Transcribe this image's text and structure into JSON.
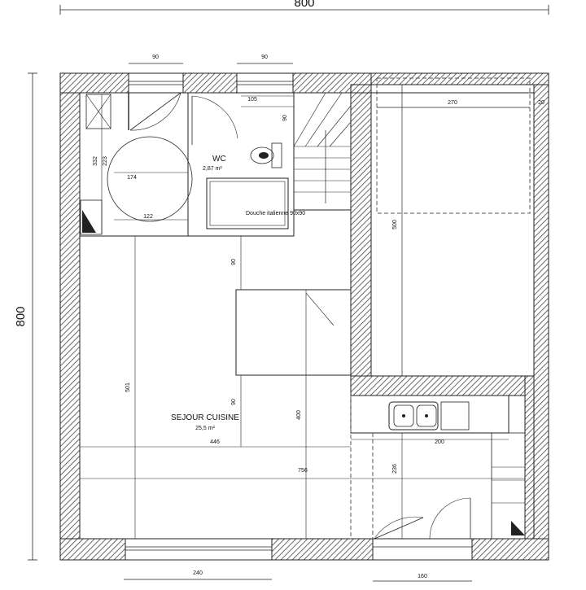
{
  "plan": {
    "overall_width": "800",
    "overall_depth": "800",
    "rooms": {
      "wc": {
        "name": "WC",
        "area": "2,87 m²"
      },
      "living": {
        "name": "SEJOUR CUISINE",
        "area": "25,5 m²"
      }
    },
    "dimensions": {
      "top_door_left": "90",
      "top_door_right": "90",
      "bed_width": "270",
      "bed_depth": "500",
      "right_edge": "20",
      "bath_h1": "332",
      "bath_h2": "223",
      "bath_w": "174",
      "bath_bottom": "122",
      "stair_top": "105",
      "stair_side": "90",
      "living_depth": "501",
      "passage_top": "90",
      "passage_bottom": "90",
      "counter_depth": "400",
      "kitchen_width": "200",
      "kitchen_depth": "236",
      "living_width": "446",
      "total_width": "756",
      "bottom_window": "240",
      "bottom_door": "160"
    },
    "shower_note": "Douche italienne 90x90"
  },
  "colors": {
    "wall_hatch": "#444444",
    "line": "#222222",
    "dashed": "#555555"
  }
}
